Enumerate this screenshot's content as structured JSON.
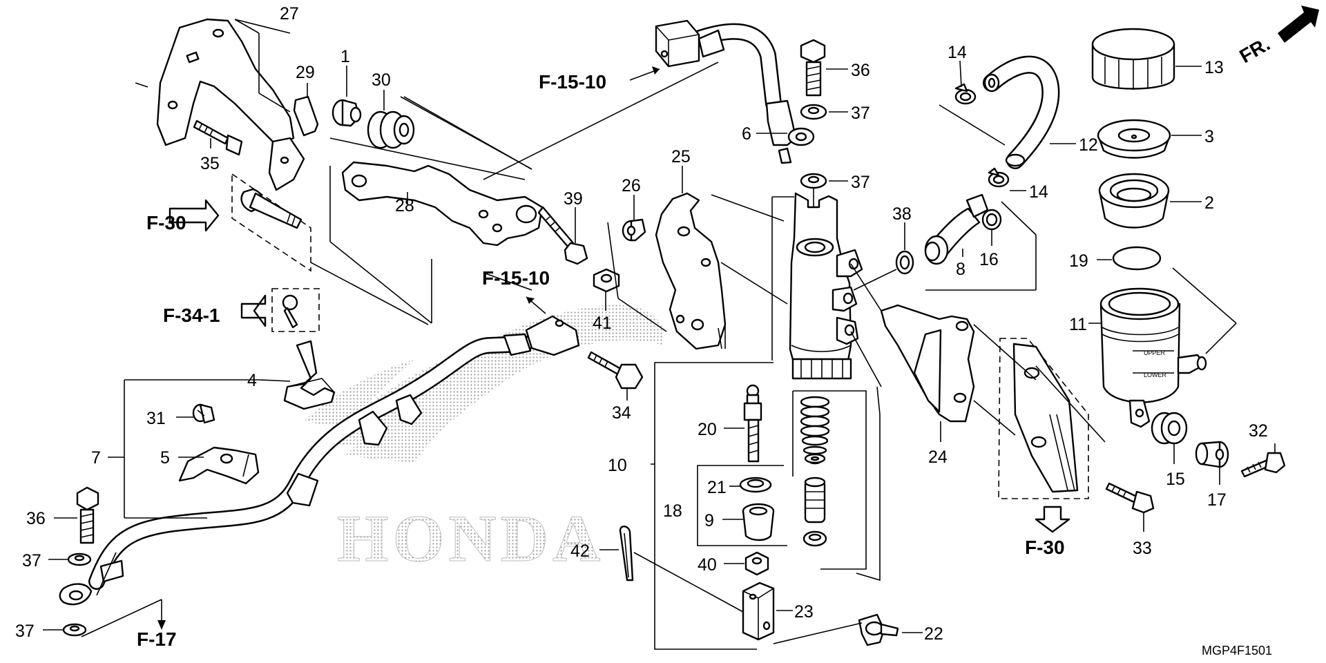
{
  "diagram": {
    "watermark_text": "HONDA",
    "diagram_code": "MGP4F1501",
    "front_indicator": "FR.",
    "cylinder_marks": {
      "upper": "UPPER",
      "lower": "LOWER"
    },
    "reference_labels": {
      "f15_10_top": "F-15-10",
      "f15_10_mid": "F-15-10",
      "f30_left": "F-30",
      "f34_1": "F-34-1",
      "f30_right": "F-30",
      "f17": "F-17"
    },
    "callouts": {
      "c27": "27",
      "c29": "29",
      "c1": "1",
      "c30": "30",
      "c35": "35",
      "c28": "28",
      "c36a": "36",
      "c37a": "37",
      "c6": "6",
      "c37b": "37",
      "c14a": "14",
      "c12": "12",
      "c14b": "14",
      "c13": "13",
      "c3": "3",
      "c2": "2",
      "c19": "19",
      "c11": "11",
      "c25": "25",
      "c26": "26",
      "c39": "39",
      "c41": "41",
      "c34": "34",
      "c38": "38",
      "c8": "8",
      "c16": "16",
      "c4": "4",
      "c31": "31",
      "c5": "5",
      "c7": "7",
      "c36b": "36",
      "c37c": "37",
      "c37d": "37",
      "c20": "20",
      "c21": "21",
      "c18": "18",
      "c9": "9",
      "c40": "40",
      "c10": "10",
      "c42": "42",
      "c23": "23",
      "c22": "22",
      "c24": "24",
      "c15": "15",
      "c17": "17",
      "c32": "32",
      "c33": "33"
    }
  }
}
